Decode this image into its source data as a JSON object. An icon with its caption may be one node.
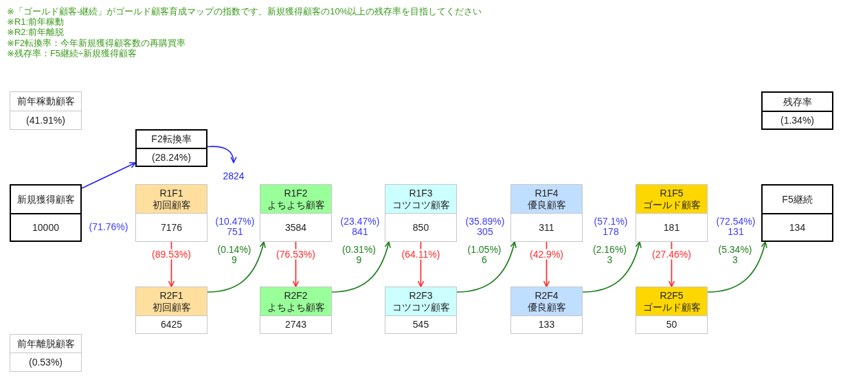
{
  "diagram": {
    "nodes": [
      {
        "text": [
          "前年稼動顧客",
          "(41.91%)"
        ]
      },
      {
        "text": [
          "残存率",
          "(1.34%)"
        ]
      },
      {
        "text": [
          "F2転換率",
          "(28.24%)"
        ]
      },
      {
        "text": [
          "新規獲得顧客",
          "10000"
        ]
      },
      {
        "text": [
          "R1F1 初回顧客",
          "7176"
        ]
      },
      {
        "text": [
          "R1F2 よちよち顧客",
          "3584"
        ]
      },
      {
        "text": [
          "R1F3 コツコツ顧客",
          "850"
        ]
      },
      {
        "text": [
          "R1F4 優良顧客",
          "311"
        ]
      },
      {
        "text": [
          "R1F5 ゴールド顧客",
          "181"
        ]
      },
      {
        "text": [
          "F5継続",
          "134"
        ]
      },
      {
        "text": [
          "R2F1 初回顧客",
          "6425"
        ]
      },
      {
        "text": [
          "R2F2 よちよち顧客",
          "2743"
        ]
      },
      {
        "text": [
          "R2F3 コツコツ顧客",
          "545"
        ]
      },
      {
        "text": [
          "R2F4 優良顧客",
          "133"
        ]
      },
      {
        "text": [
          "R2F5 ゴールド顧客",
          "50"
        ]
      },
      {
        "text": [
          "前年離脱顧客",
          "(0.53%)"
        ]
      }
    ],
    "edges": [
      {
        "from": 3,
        "to": 2,
        "arrow": "to",
        "color": "#2222ff"
      },
      {
        "from": 2,
        "to": null,
        "arrow": "to",
        "label": "2824",
        "color": "#2222ff"
      },
      {
        "from": 4,
        "to": 10,
        "arrow": "to",
        "label": "(89.53%)",
        "color": "#ff2a2a"
      },
      {
        "from": 5,
        "to": 11,
        "arrow": "to",
        "label": "(76.53%)",
        "color": "#ff2a2a"
      },
      {
        "from": 6,
        "to": 12,
        "arrow": "to",
        "label": "(64.11%)",
        "color": "#ff2a2a"
      },
      {
        "from": 7,
        "to": 13,
        "arrow": "to",
        "label": "(42.9%)",
        "color": "#ff2a2a"
      },
      {
        "from": 8,
        "to": 14,
        "arrow": "to",
        "label": "(27.46%)",
        "color": "#ff2a2a"
      },
      {
        "from": 10,
        "to": 5,
        "arrow": "to",
        "label": "(0.14%) 9",
        "color": "#1f7f1f"
      },
      {
        "from": 11,
        "to": 6,
        "arrow": "to",
        "label": "(0.31%) 9",
        "color": "#1f7f1f"
      },
      {
        "from": 12,
        "to": 7,
        "arrow": "to",
        "label": "(1.05%) 6",
        "color": "#1f7f1f"
      },
      {
        "from": 13,
        "to": 8,
        "arrow": "to",
        "label": "(2.16%) 3",
        "color": "#1f7f1f"
      },
      {
        "from": 14,
        "to": 9,
        "arrow": "to",
        "label": "(5.34%) 3",
        "color": "#1f7f1f"
      }
    ],
    "labels": [
      "※「ゴールド顧客-継続」がゴールド顧客育成マップの指数です。新規獲得顧客の10%以上の残存率を目指してください",
      "※R1:前年稼動",
      "※R2:前年離脱",
      "※F2転換率：今年新規獲得顧客数の再購買率",
      "※残存率：F5継続÷新規獲得顧客",
      "(71.76%)",
      "(10.47%) 751",
      "(23.47%) 841",
      "(35.89%) 305",
      "(57.1%) 178",
      "(72.54%) 131"
    ]
  }
}
